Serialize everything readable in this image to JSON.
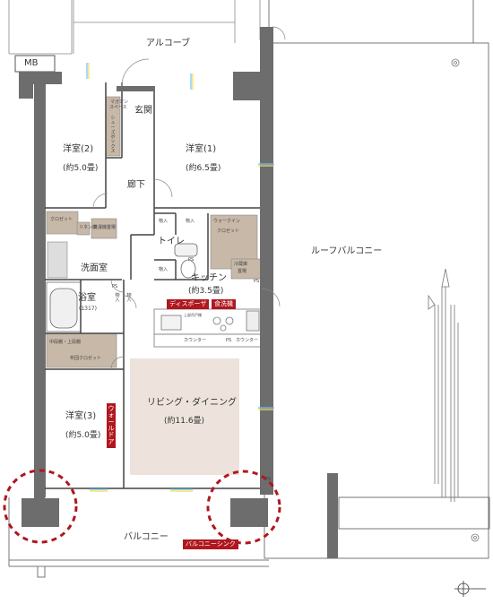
{
  "labels": {
    "alcove": "アルコーブ",
    "mb": "MB",
    "roof_balcony": "ルーフバルコニー",
    "balcony": "バルコニー",
    "entrance": "玄関",
    "hallway": "廊下",
    "toilet": "トイレ",
    "washroom": "洗面室",
    "kitchen": "キッチン",
    "kitchen_area": "(約3.5畳)",
    "bath": "浴室",
    "bath_size": "(1317)",
    "western2": "洋室(2)",
    "western2_area": "(約5.0畳)",
    "western1": "洋室(1)",
    "western1_area": "(約6.5畳)",
    "western3": "洋室(3)",
    "western3_area": "(約5.0畳)",
    "living": "リビング・ダイニング",
    "living_area": "(約11.6畳)",
    "storage": "物入",
    "closet": "クロゼット",
    "walkin": "ウォークイン",
    "walkin_closet": "クロゼット",
    "linen": "リネン庫",
    "washer": "洗濯機置場",
    "fridge1": "冷蔵庫",
    "fridge2": "置場",
    "counter": "カウンター",
    "counter2": "カウンター",
    "ps": "PS",
    "ps2": "PS",
    "ps3": "PS",
    "ps4": "PS",
    "ps5": "PS",
    "mid_upper_1": "中段棚・上段棚",
    "mid_upper_2": "布団クロゼット",
    "magazine1": "マガジン",
    "magazine2": "スペース",
    "shoes_box": "シューズボックス",
    "walk_door": "ウォールドア",
    "wall_door_cab": "上部吊戸棚"
  },
  "tags": {
    "disposer": "ディスポーザ",
    "dishwasher": "食洗機",
    "balcony_sink": "バルコニーシンク"
  },
  "colors": {
    "wall": "#6d6d6d",
    "brown_fill": "#c7b8a8",
    "living_fill": "#ede3dc",
    "tag_red": "#b0171f",
    "circle_red": "#b0171f",
    "line": "#555555",
    "window_blue": "#6fc5e8",
    "window_yellow": "#f3dc5a"
  }
}
